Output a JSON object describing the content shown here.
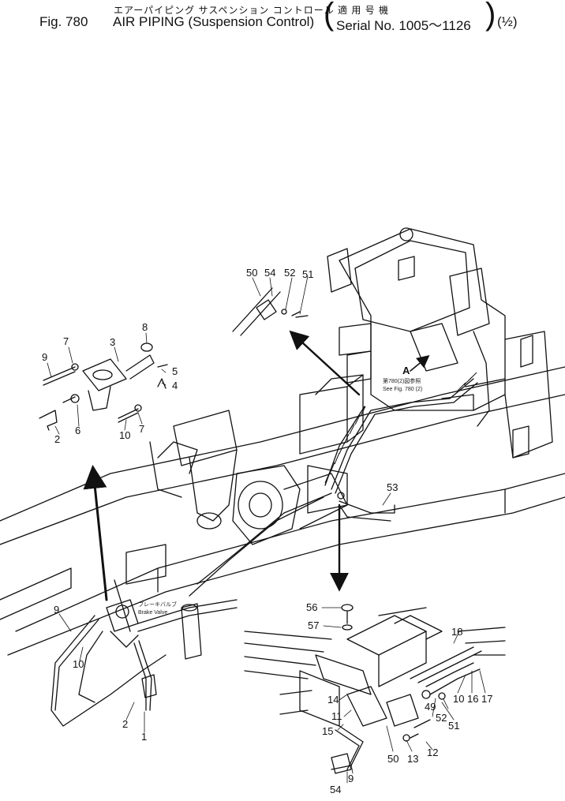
{
  "header": {
    "jp_title": "エアーパイピング サスペンション コントロール",
    "fig_label": "Fig. 780",
    "title": "AIR PIPING (Suspension Control)",
    "jp_applicable": "適 用 号 機",
    "serial": "Serial No. 1005～1126",
    "page": "(½)"
  },
  "callouts": {
    "brake_valve_jp": "ブレーキバルブ",
    "brake_valve_en": "Brake Valve",
    "see_fig_jp": "第780(2)図参照",
    "see_fig_en": "See Fig. 780 (2)",
    "view_a": "A"
  },
  "part_numbers": {
    "p1": "1",
    "p2": "2",
    "p2b": "2",
    "p3": "3",
    "p4": "4",
    "p5": "5",
    "p6": "6",
    "p7": "7",
    "p7b": "7",
    "p8": "8",
    "p9": "9",
    "p9b": "9",
    "p9c": "9",
    "p10": "10",
    "p10b": "10",
    "p10c": "10",
    "p11": "11",
    "p12": "12",
    "p13": "13",
    "p14": "14",
    "p15": "15",
    "p16": "16",
    "p17": "17",
    "p18": "18",
    "p49": "49",
    "p50": "50",
    "p50b": "50",
    "p51": "51",
    "p51b": "51",
    "p52": "52",
    "p52b": "52",
    "p53": "53",
    "p54": "54",
    "p54b": "54",
    "p56": "56",
    "p57": "57"
  }
}
